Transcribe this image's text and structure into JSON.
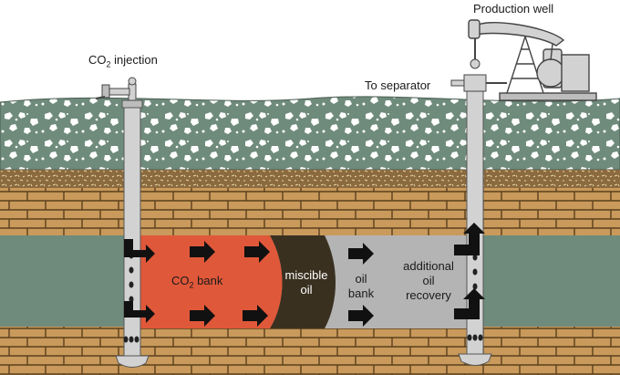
{
  "labels": {
    "production_well": "Production well",
    "co2_injection_prefix": "CO",
    "co2_injection_sub": "2",
    "co2_injection_suffix": " injection",
    "to_separator": "To separator"
  },
  "zones": {
    "co2_bank_prefix": "CO",
    "co2_bank_sub": "2",
    "co2_bank_suffix": " bank",
    "miscible_oil_line1": "miscible",
    "miscible_oil_line2": "oil",
    "oil_bank_line1": "oil",
    "oil_bank_line2": "bank",
    "additional_line1": "additional",
    "additional_line2": "oil",
    "additional_line3": "recovery"
  },
  "colors": {
    "sky": "#ffffff",
    "topsoil": "#6f8b7c",
    "pebble": "#ffffff",
    "clay": "#8a6a3e",
    "brick_fill": "#c99a5b",
    "brick_mortar": "#5b3f1c",
    "reservoir": "#6f8b7c",
    "co2_bank": "#e0583a",
    "miscible_oil": "#3a3020",
    "oil_bank": "#b4b4b4",
    "pipe": "#d2d2d2",
    "arrow": "#111111"
  }
}
